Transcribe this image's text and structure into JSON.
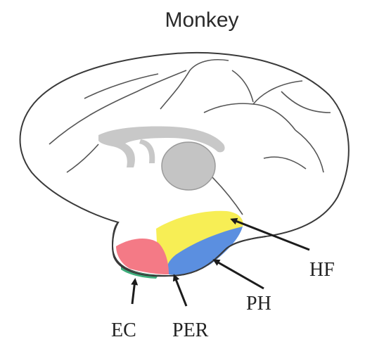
{
  "title": "Monkey",
  "labels": {
    "hf": "HF",
    "ph": "PH",
    "ec": "EC",
    "per": "PER"
  },
  "colors": {
    "outline": "#3a3a3a",
    "corpus_callosum": "#c8c8c8",
    "thalamus": "#c4c4c4",
    "hf_region": "#f7ee55",
    "ph_region": "#5b8fe0",
    "per_region": "#f47a86",
    "ec_region": "#3fae7c",
    "arrow": "#1c1c1c"
  }
}
